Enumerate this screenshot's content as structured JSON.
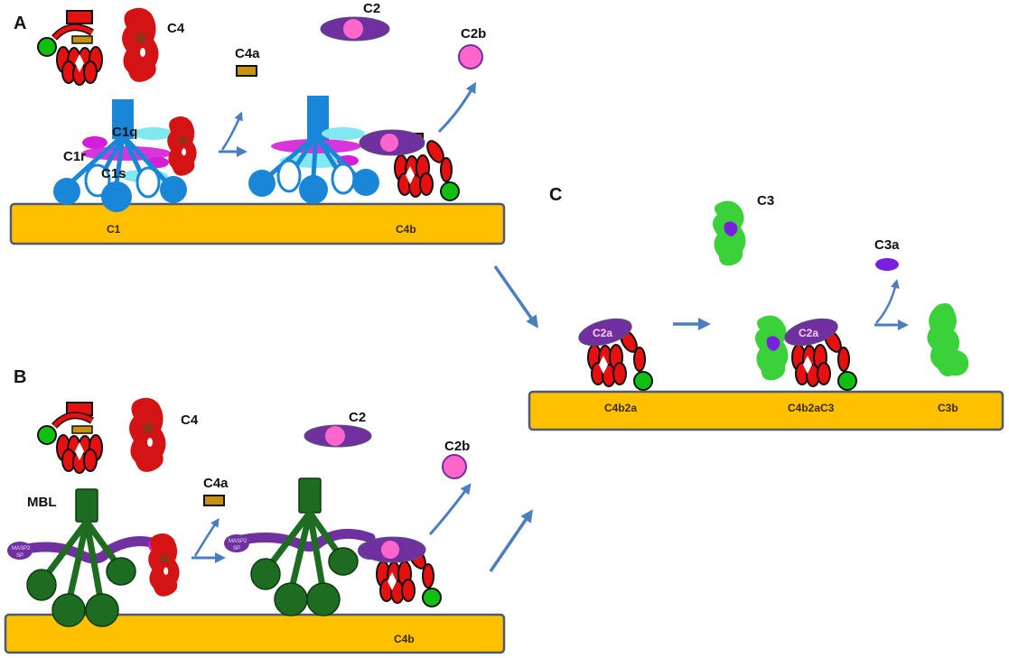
{
  "figure": {
    "panels": {
      "A": {
        "label": "A",
        "molecules": {
          "c4": "C4",
          "c4a": "C4a",
          "c1q": "C1q",
          "c1r": "C1r",
          "c1s": "C1s",
          "c2": "C2",
          "c2b": "C2b"
        },
        "membrane_labels": {
          "left": "C1",
          "right": "C4b"
        }
      },
      "B": {
        "label": "B",
        "molecules": {
          "c4": "C4",
          "c4a": "C4a",
          "mbl": "MBL",
          "masp_line1": "MASP2",
          "masp_line2": "SP",
          "c2": "C2",
          "c2b": "C2b"
        },
        "membrane_labels": {
          "right": "C4b"
        }
      },
      "C": {
        "label": "C",
        "molecules": {
          "c3": "C3",
          "c3a": "C3a",
          "c2a": "C2a"
        },
        "membrane_labels": {
          "left": "C4b2a",
          "middle": "C4b2aC3",
          "right": "C3b"
        }
      }
    },
    "colors": {
      "membrane": "#ffc000",
      "membrane_border": "#4f5b6e",
      "c1": "#1a86d8",
      "c1_light": "#7fe8f0",
      "c1r": "#d41fd8",
      "c4_red": "#e51010",
      "c4a_gold": "#c8920f",
      "c2_purple": "#7030a0",
      "c2_pink": "#ff66cc",
      "green": "#10c010",
      "mbl_green": "#1e6b22",
      "c3_green": "#3ad13a",
      "c3a_violet": "#7a1fe0",
      "arrow": "#4a7fbf"
    }
  }
}
